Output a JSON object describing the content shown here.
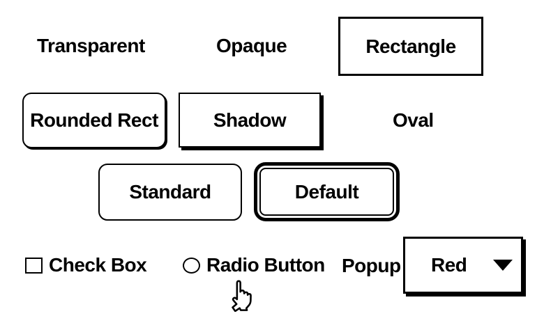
{
  "panel": {
    "background_color": "#ffffff",
    "foreground_color": "#000000"
  },
  "row1": {
    "transparent_button_label": "Transparent",
    "opaque_button_label": "Opaque",
    "rectangle_button_label": "Rectangle"
  },
  "row2": {
    "rounded_rect_button_label": "Rounded Rect",
    "shadow_button_label": "Shadow",
    "oval_button_label": "Oval"
  },
  "row3": {
    "standard_button_label": "Standard",
    "default_button_label": "Default"
  },
  "row4": {
    "checkbox_label": "Check Box",
    "checkbox_checked": false,
    "radio_label": "Radio Button",
    "radio_selected": false,
    "popup_label": "Popup",
    "popup_selected_value": "Red"
  },
  "icons": {
    "popup_arrow": "triangle-down",
    "mouse_cursor": "pointing-hand"
  }
}
